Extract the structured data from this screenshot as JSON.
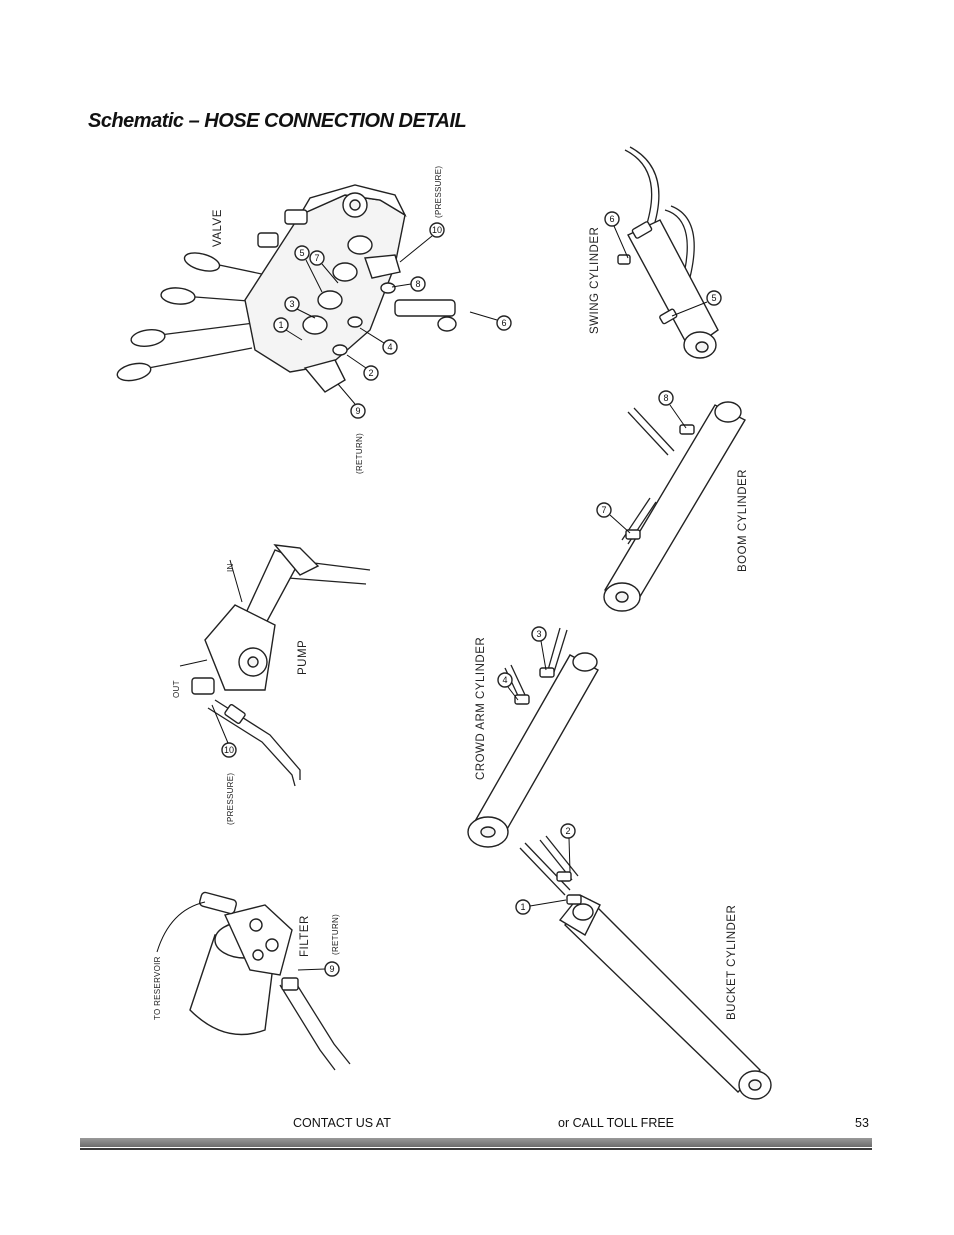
{
  "page": {
    "title": "Schematic – HOSE CONNECTION DETAIL"
  },
  "labels": {
    "valve": "VALVE",
    "pressure": "(PRESSURE)",
    "return": "(RETURN)",
    "swing_cylinder": "SWING CYLINDER",
    "boom_cylinder": "BOOM CYLINDER",
    "pump": "PUMP",
    "in": "IN",
    "out": "OUT",
    "crowd_arm_cylinder": "CROWD ARM CYLINDER",
    "filter": "FILTER",
    "to_reservoir": "TO RESERVOIR",
    "bucket_cylinder": "BUCKET CYLINDER"
  },
  "callouts": {
    "valve": [
      "1",
      "2",
      "3",
      "4",
      "5",
      "6",
      "7",
      "8",
      "9",
      "10"
    ],
    "swing": [
      "6",
      "5"
    ],
    "boom": [
      "8",
      "7"
    ],
    "pump": [
      "10"
    ],
    "crowd": [
      "4",
      "3"
    ],
    "filter": [
      "9"
    ],
    "bucket": [
      "2",
      "1"
    ]
  },
  "footer": {
    "contact": "CONTACT US AT",
    "toll_free": "or CALL TOLL FREE",
    "page_number": "53"
  }
}
